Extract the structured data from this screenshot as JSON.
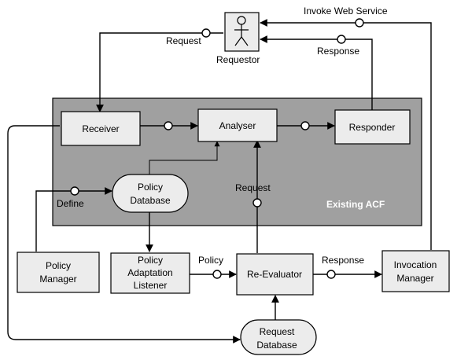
{
  "nodes": {
    "requestor": {
      "label": "Requestor",
      "icon": "actor-icon"
    },
    "receiver": {
      "label": "Receiver"
    },
    "analyser": {
      "label": "Analyser"
    },
    "responder": {
      "label": "Responder"
    },
    "policy_database": {
      "line1": "Policy",
      "line2": "Database"
    },
    "policy_manager": {
      "line1": "Policy",
      "line2": "Manager"
    },
    "policy_adaptation_listener": {
      "line1": "Policy",
      "line2": "Adaptation",
      "line3": "Listener"
    },
    "re_evaluator": {
      "label": "Re-Evaluator"
    },
    "invocation_manager": {
      "line1": "Invocation",
      "line2": "Manager"
    },
    "request_database": {
      "line1": "Request",
      "line2": "Database"
    }
  },
  "container": {
    "label": "Existing ACF"
  },
  "edge_labels": {
    "invoke_web_service": "Invoke Web Service",
    "request_top": "Request",
    "response_top": "Response",
    "request_mid": "Request",
    "define": "Define",
    "policy": "Policy",
    "response_bottom": "Response"
  },
  "colors": {
    "container_fill": "#a0a0a0",
    "node_fill": "#ececec",
    "line": "#000000",
    "container_label": "#ffffff"
  }
}
